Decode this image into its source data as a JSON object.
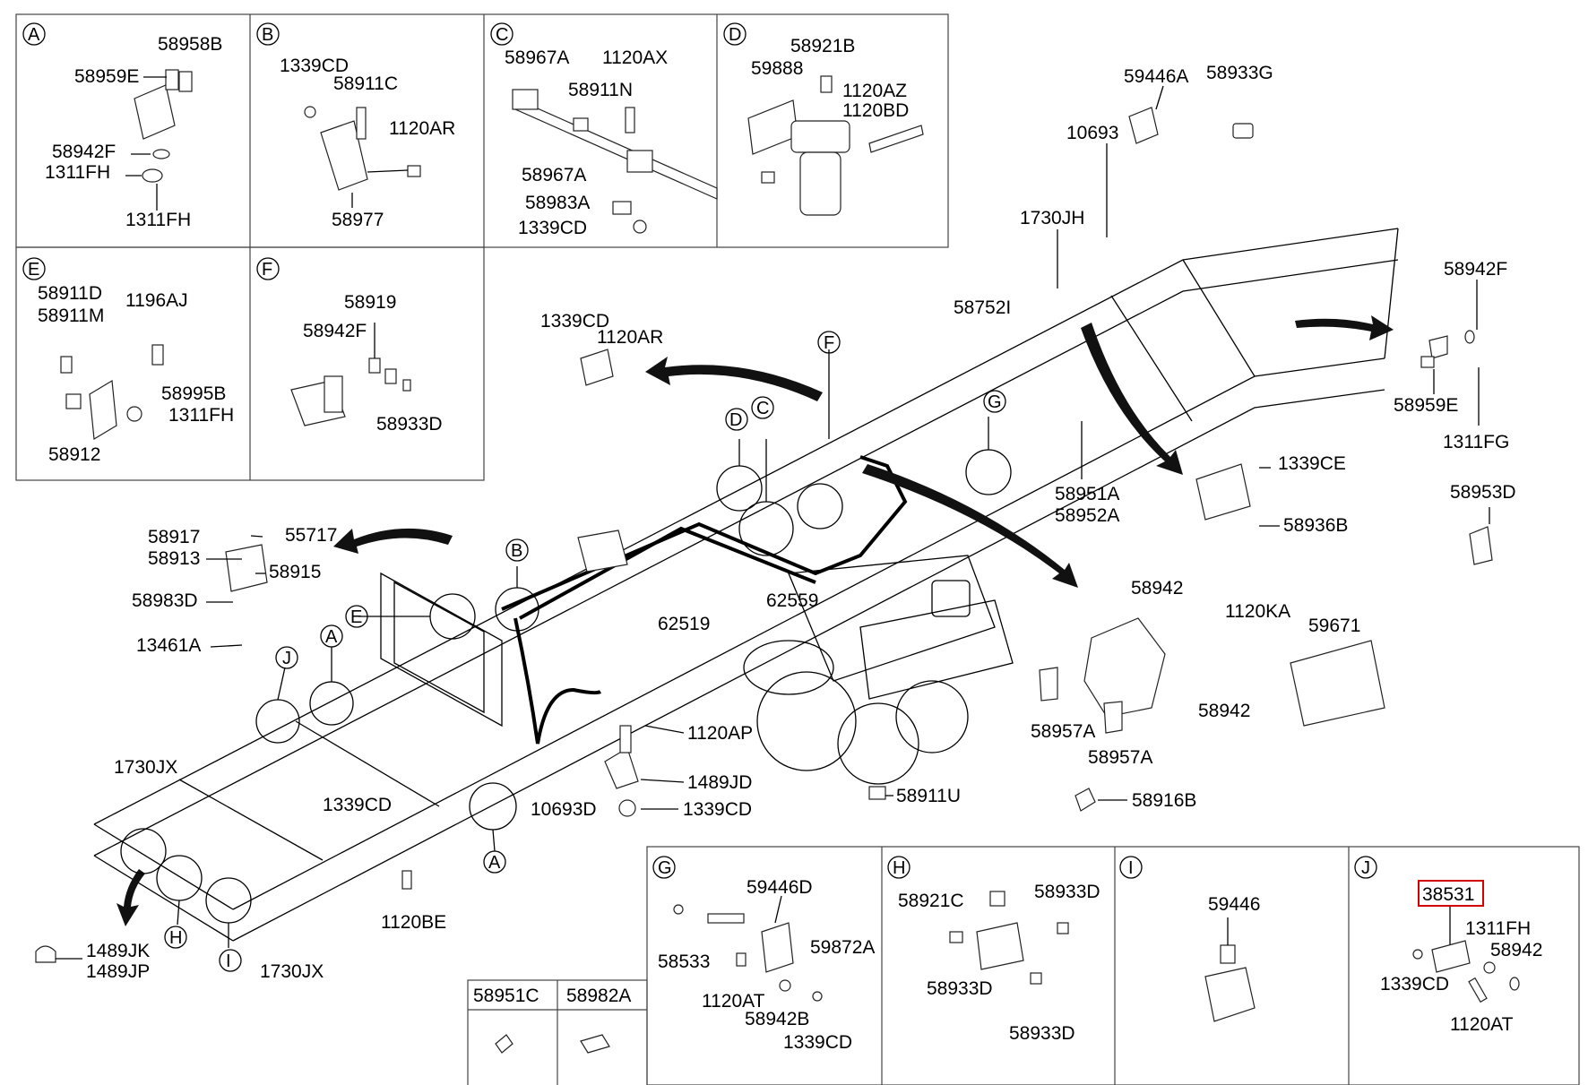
{
  "panels": [
    {
      "letter": "A",
      "labels": [
        "58958B",
        "58959E",
        "58942F",
        "1311FH",
        "1311FH"
      ]
    },
    {
      "letter": "B",
      "labels": [
        "1339CD",
        "58911C",
        "1120AR",
        "58977"
      ]
    },
    {
      "letter": "C",
      "labels": [
        "58967A",
        "1120AX",
        "58911N",
        "58967A",
        "58983A",
        "1339CD"
      ]
    },
    {
      "letter": "D",
      "labels": [
        "58921B",
        "59888",
        "1120AZ",
        "1120BD"
      ]
    },
    {
      "letter": "E",
      "labels": [
        "58911D",
        "58911M",
        "1196AJ",
        "58995B",
        "1311FH",
        "58912"
      ]
    },
    {
      "letter": "F",
      "labels": [
        "58919",
        "58942F",
        "58933D"
      ]
    },
    {
      "letter": "G",
      "labels": [
        "59446D",
        "58533",
        "59872A",
        "1120AT",
        "58942B",
        "1339CD"
      ]
    },
    {
      "letter": "H",
      "labels": [
        "58921C",
        "58933D",
        "58933D",
        "58933D"
      ]
    },
    {
      "letter": "I",
      "labels": [
        "59446"
      ]
    },
    {
      "letter": "J",
      "labels": [
        "38531",
        "1311FH",
        "58942",
        "1339CD",
        "1120AT"
      ]
    }
  ],
  "legend_table": {
    "col1": "58951C",
    "col2": "58982A"
  },
  "main_labels": [
    "59446A",
    "58933G",
    "10693",
    "1730JH",
    "58752I",
    "58942F",
    "58959E",
    "1311FG",
    "1339CE",
    "58936B",
    "58953D",
    "1339CD",
    "1120AR",
    "58951A",
    "58952A",
    "58917",
    "55717",
    "58913",
    "58915",
    "58983D",
    "13461A",
    "62519",
    "62559",
    "58942",
    "1120KA",
    "59671",
    "58942",
    "58957A",
    "58957A",
    "1120AP",
    "1489JD",
    "1339CD",
    "10693D",
    "58911U",
    "58916B",
    "1730JX",
    "1339CD",
    "1120BE",
    "1489JK",
    "1489JP",
    "1730JX"
  ],
  "callouts": [
    "A",
    "B",
    "C",
    "D",
    "E",
    "F",
    "G",
    "H",
    "I",
    "J",
    "A"
  ],
  "highlight": "38531",
  "colors": {
    "highlight": "#d40000",
    "line": "#000000"
  }
}
